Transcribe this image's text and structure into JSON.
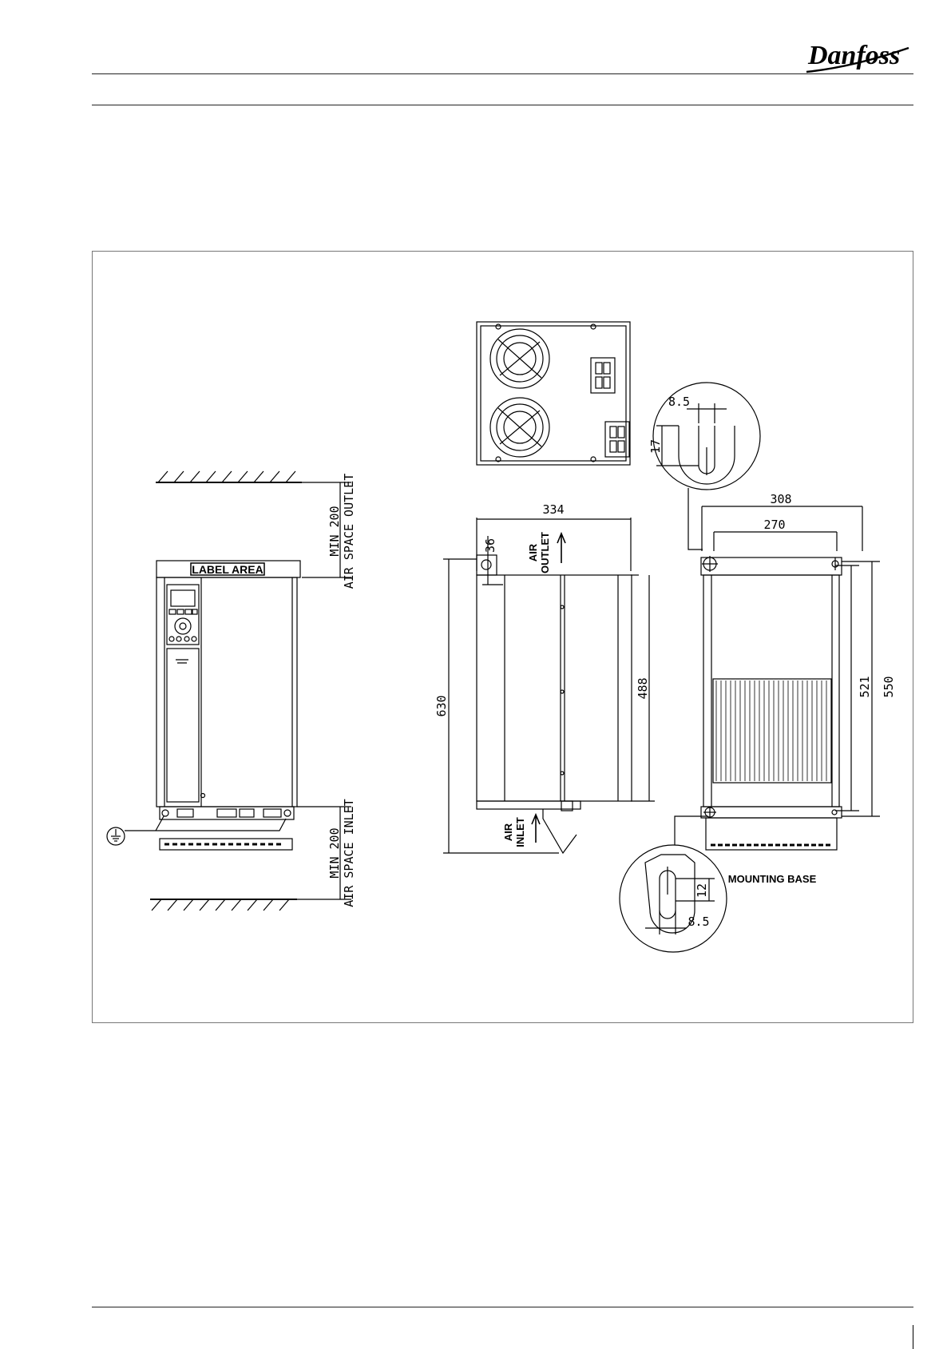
{
  "header": {
    "logo_text": "Danfoss"
  },
  "figure": {
    "front_view": {
      "label_area": "LABEL AREA",
      "top_clearance_1": "MIN 200",
      "top_clearance_2": "AIR SPACE OUTLET",
      "bottom_clearance_1": "MIN 200",
      "bottom_clearance_2": "AIR SPACE INLET"
    },
    "side_view": {
      "depth": "334",
      "bracket": "36",
      "height_total": "630",
      "height_body": "488",
      "air_outlet_1": "AIR",
      "air_outlet_2": "OUTLET",
      "air_inlet_1": "AIR",
      "air_inlet_2": "INLET"
    },
    "back_view": {
      "width_outer": "308",
      "width_holes": "270",
      "height_holes": "521",
      "height_outer": "550",
      "mounting_base": "MOUNTING BASE"
    },
    "detail_top": {
      "width": "8.5",
      "depth": "17"
    },
    "detail_bottom": {
      "width": "8.5",
      "depth": "12"
    }
  },
  "colors": {
    "line": "#000000",
    "frame": "#777777"
  }
}
